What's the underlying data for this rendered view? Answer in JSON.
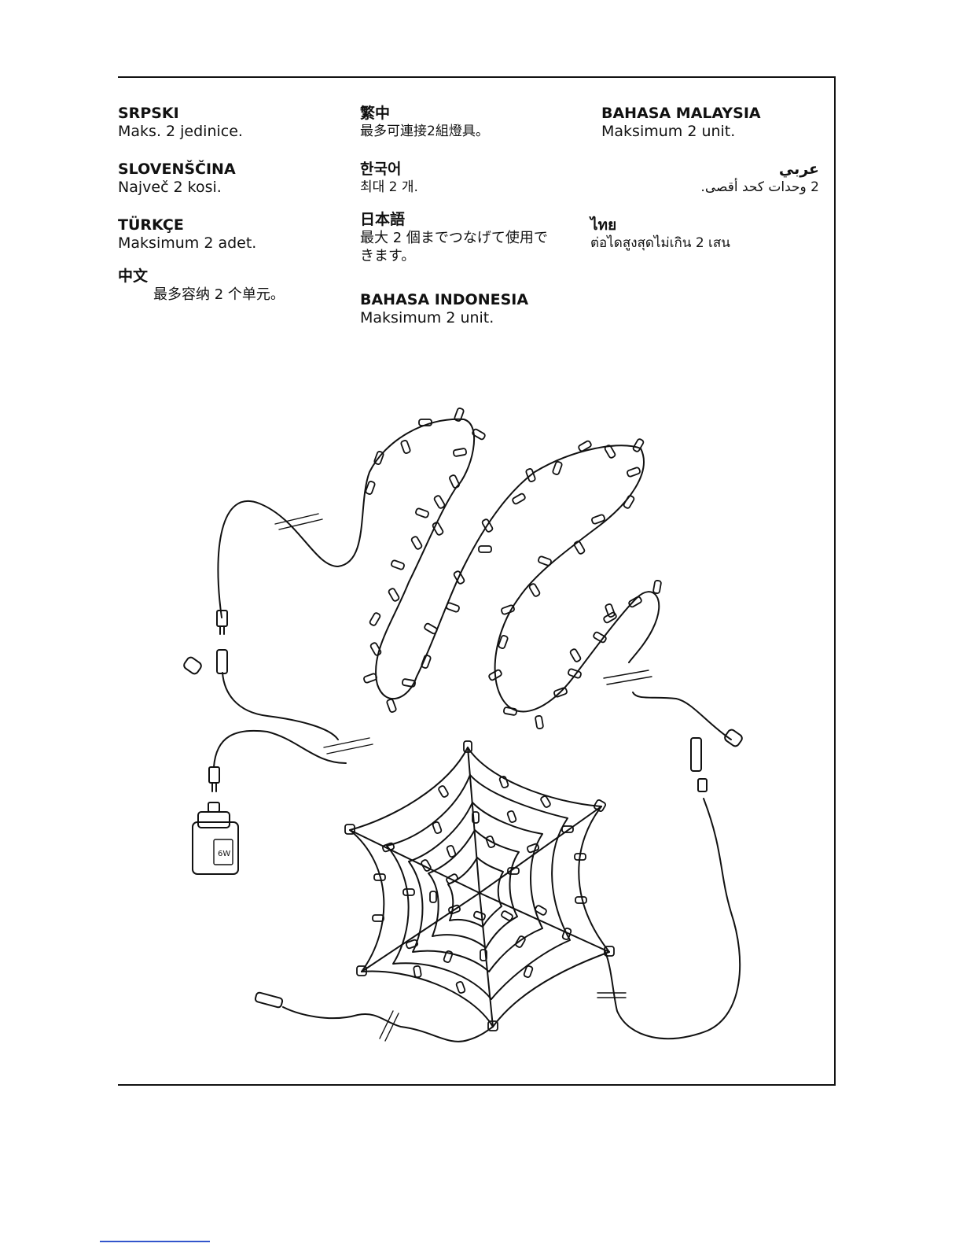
{
  "languages": {
    "srpski": {
      "heading": "SRPSKI",
      "text": "Maks. 2 jedinice."
    },
    "slovenscina": {
      "heading": "SLOVENŠČINA",
      "text": "Največ 2 kosi."
    },
    "turkce": {
      "heading": "TÜRKÇE",
      "text": "Maksimum 2 adet."
    },
    "zhongwen": {
      "heading": "中文",
      "text": "最多容纳 2 个单元。"
    },
    "fanzhong": {
      "heading": "繁中",
      "text": "最多可連接2組燈具。"
    },
    "hangugeo": {
      "heading": "한국어",
      "text": "최대 2 개."
    },
    "nihongo": {
      "heading": "日本語",
      "text_line1": "最大 2 個までつなげて使用で",
      "text_line2": "きます。"
    },
    "bahasa_indonesia": {
      "heading": "BAHASA INDONESIA",
      "text": "Maksimum 2 unit."
    },
    "bahasa_malaysia": {
      "heading": "BAHASA MALAYSIA",
      "text": "Maksimum 2 unit."
    },
    "arabi": {
      "heading": "عربي",
      "text": "2 وحدات كحد أقصى."
    },
    "thai": {
      "heading": "ไทย",
      "text": "ต่อไดสูงสุดไม่เกิน 2 เสน"
    }
  },
  "illustration": {
    "transformer_label": "6W",
    "icon": "light-string-connection-diagram"
  }
}
